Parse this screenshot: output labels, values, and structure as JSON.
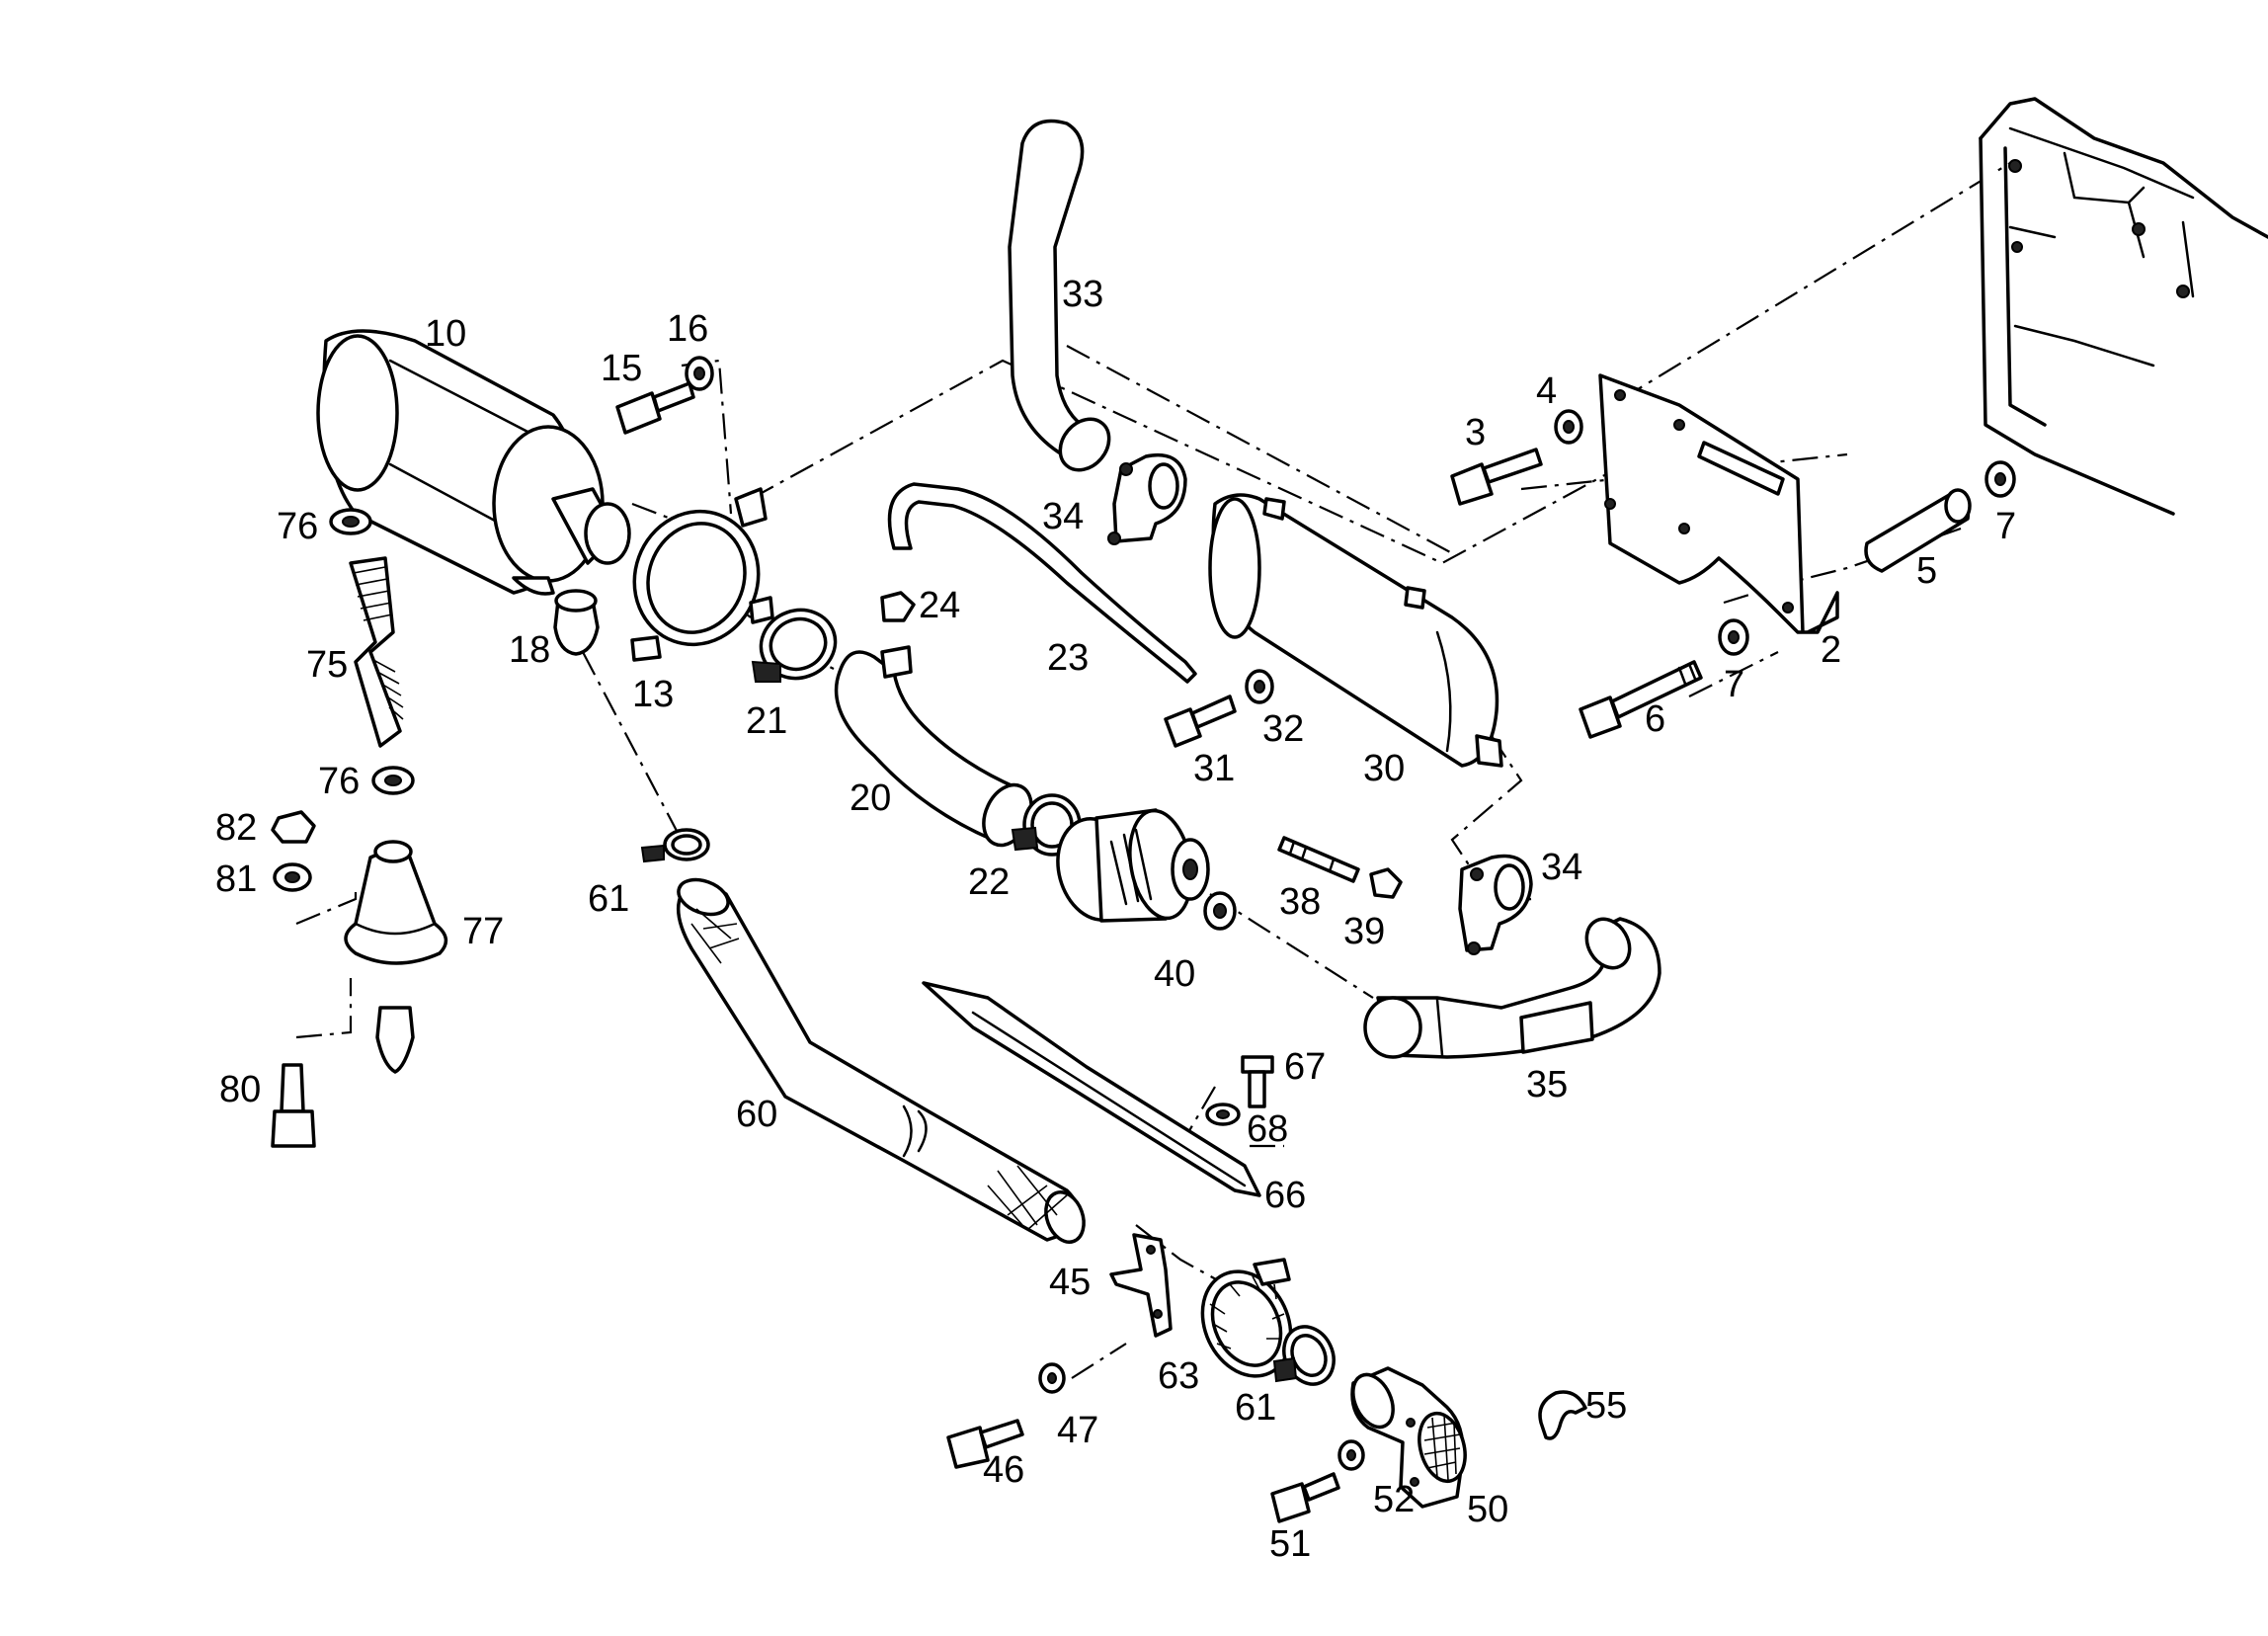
{
  "callouts": [
    {
      "id": "c2",
      "text": "2"
    },
    {
      "id": "c3",
      "text": "3"
    },
    {
      "id": "c4",
      "text": "4"
    },
    {
      "id": "c5",
      "text": "5"
    },
    {
      "id": "c6",
      "text": "6"
    },
    {
      "id": "c7a",
      "text": "7"
    },
    {
      "id": "c7b",
      "text": "7"
    },
    {
      "id": "c10",
      "text": "10"
    },
    {
      "id": "c13",
      "text": "13"
    },
    {
      "id": "c15",
      "text": "15"
    },
    {
      "id": "c16",
      "text": "16"
    },
    {
      "id": "c18",
      "text": "18"
    },
    {
      "id": "c20",
      "text": "20"
    },
    {
      "id": "c21",
      "text": "21"
    },
    {
      "id": "c22",
      "text": "22"
    },
    {
      "id": "c23",
      "text": "23"
    },
    {
      "id": "c24",
      "text": "24"
    },
    {
      "id": "c30",
      "text": "30"
    },
    {
      "id": "c31",
      "text": "31"
    },
    {
      "id": "c32",
      "text": "32"
    },
    {
      "id": "c33",
      "text": "33"
    },
    {
      "id": "c34a",
      "text": "34"
    },
    {
      "id": "c34b",
      "text": "34"
    },
    {
      "id": "c35",
      "text": "35"
    },
    {
      "id": "c38",
      "text": "38"
    },
    {
      "id": "c39",
      "text": "39"
    },
    {
      "id": "c40",
      "text": "40"
    },
    {
      "id": "c45",
      "text": "45"
    },
    {
      "id": "c46",
      "text": "46"
    },
    {
      "id": "c47",
      "text": "47"
    },
    {
      "id": "c50",
      "text": "50"
    },
    {
      "id": "c51",
      "text": "51"
    },
    {
      "id": "c52",
      "text": "52"
    },
    {
      "id": "c55",
      "text": "55"
    },
    {
      "id": "c60",
      "text": "60"
    },
    {
      "id": "c61a",
      "text": "61"
    },
    {
      "id": "c61b",
      "text": "61"
    },
    {
      "id": "c63",
      "text": "63"
    },
    {
      "id": "c66",
      "text": "66"
    },
    {
      "id": "c67",
      "text": "67"
    },
    {
      "id": "c68",
      "text": "68"
    },
    {
      "id": "c75",
      "text": "75"
    },
    {
      "id": "c76a",
      "text": "76"
    },
    {
      "id": "c76b",
      "text": "76"
    },
    {
      "id": "c77",
      "text": "77"
    },
    {
      "id": "c80",
      "text": "80"
    },
    {
      "id": "c81",
      "text": "81"
    },
    {
      "id": "c82",
      "text": "82"
    }
  ]
}
